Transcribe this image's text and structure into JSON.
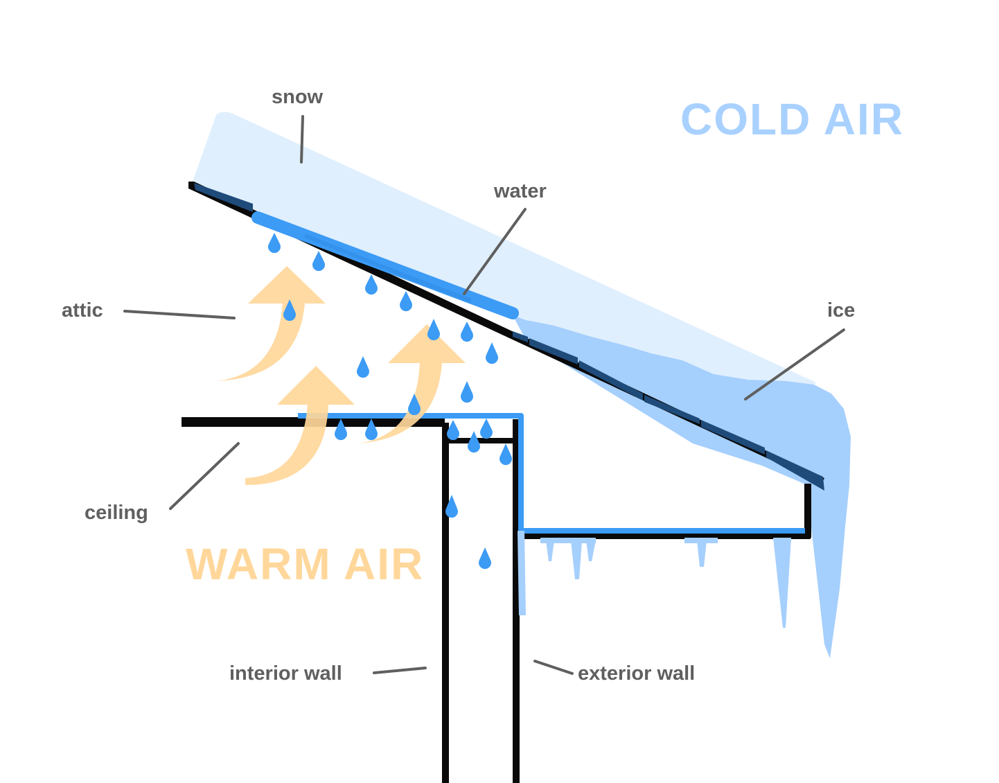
{
  "labels": {
    "snow": "snow",
    "water": "water",
    "attic": "attic",
    "ice": "ice",
    "ceiling": "ceiling",
    "interior_wall": "interior wall",
    "exterior_wall": "exterior wall",
    "cold_air": "COLD AIR",
    "warm_air": "WARM AIR"
  },
  "colors": {
    "label_text": "#5f5f5f",
    "leader_line": "#5f5f5f",
    "cold_air": "#a9d1ff",
    "warm_air": "#ffd79a",
    "snow": "#e0effd",
    "ice": "#a5cffd",
    "water": "#3c9bf5",
    "structure": "#000000",
    "roof_shingles": "#1f4b7a"
  }
}
